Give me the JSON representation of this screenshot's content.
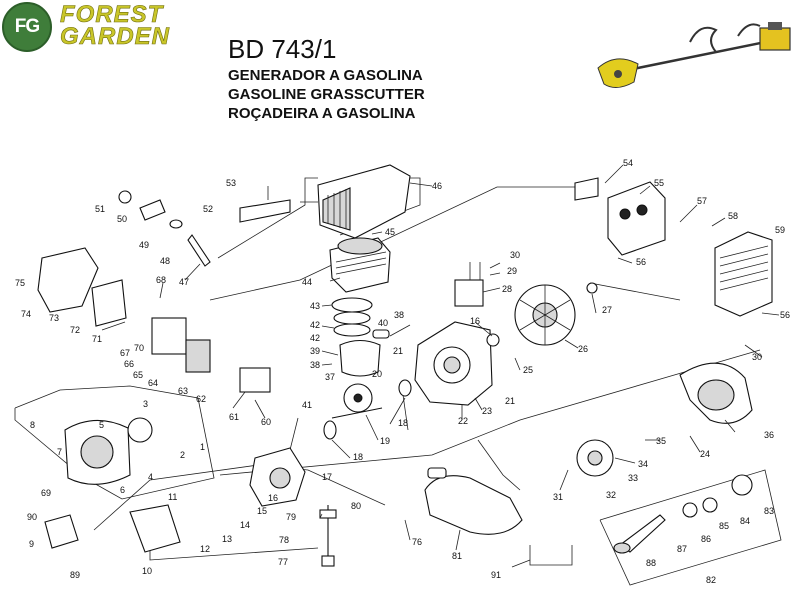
{
  "brand": {
    "line1": "FOREST",
    "line2": "GARDEN",
    "badge": "FG",
    "badge_color": "#3f7d3a",
    "wordmark_color": "#c9c629"
  },
  "model": "BD 743/1",
  "titles": [
    "GENERADOR A GASOLINA",
    "GASOLINE GRASSCUTTER",
    "ROÇADEIRA A GASOLINA"
  ],
  "callouts": {
    "c1": "1",
    "c2": "2",
    "c3": "3",
    "c4": "4",
    "c5": "5",
    "c6": "6",
    "c7": "7",
    "c8": "8",
    "c9": "9",
    "c10": "10",
    "c11": "11",
    "c12": "12",
    "c13": "13",
    "c14": "14",
    "c15": "15",
    "c16a": "16",
    "c16b": "16",
    "c17": "17",
    "c18a": "18",
    "c18b": "18",
    "c19": "19",
    "c20": "20",
    "c21a": "21",
    "c21b": "21",
    "c22": "22",
    "c23": "23",
    "c24": "24",
    "c25": "25",
    "c26": "26",
    "c27": "27",
    "c28": "28",
    "c29": "29",
    "c30a": "30",
    "c30b": "30",
    "c31": "31",
    "c32": "32",
    "c33": "33",
    "c34": "34",
    "c35": "35",
    "c36": "36",
    "c37": "37",
    "c38a": "38",
    "c38b": "38",
    "c39": "39",
    "c40": "40",
    "c41": "41",
    "c42a": "42",
    "c42b": "42",
    "c43": "43",
    "c44": "44",
    "c45": "45",
    "c46": "46",
    "c47": "47",
    "c48": "48",
    "c49": "49",
    "c50": "50",
    "c51": "51",
    "c52": "52",
    "c53": "53",
    "c54": "54",
    "c55": "55",
    "c56a": "56",
    "c56b": "56",
    "c57": "57",
    "c58": "58",
    "c59": "59",
    "c60": "60",
    "c61": "61",
    "c62": "62",
    "c63": "63",
    "c64": "64",
    "c65": "65",
    "c66": "66",
    "c67": "67",
    "c68": "68",
    "c69": "69",
    "c70": "70",
    "c71": "71",
    "c72": "72",
    "c73": "73",
    "c74": "74",
    "c75": "75",
    "c76": "76",
    "c77": "77",
    "c78": "78",
    "c79": "79",
    "c80": "80",
    "c81": "81",
    "c82": "82",
    "c83": "83",
    "c84": "84",
    "c85": "85",
    "c86": "86",
    "c87": "87",
    "c88": "88",
    "c89": "89",
    "c90": "90",
    "c91": "91"
  }
}
